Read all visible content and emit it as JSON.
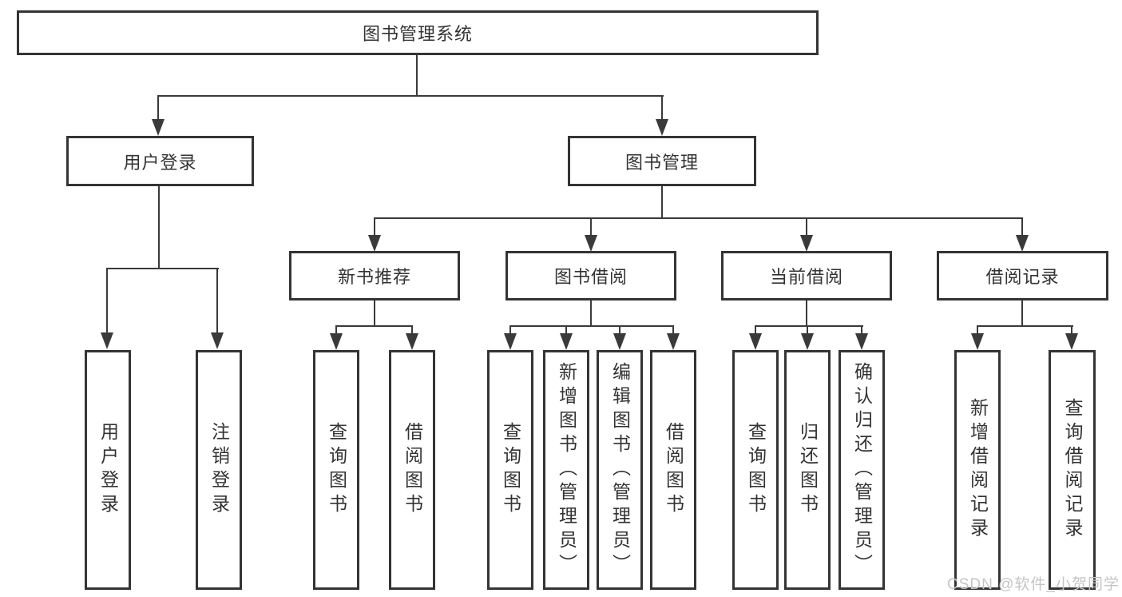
{
  "diagram": {
    "root": {
      "label": "图书管理系统",
      "children": [
        {
          "label": "用户登录",
          "children": [
            {
              "label": "用户登录"
            },
            {
              "label": "注销登录"
            }
          ]
        },
        {
          "label": "图书管理",
          "children": [
            {
              "label": "新书推荐",
              "children": [
                {
                  "label": "查询图书"
                },
                {
                  "label": "借阅图书"
                }
              ]
            },
            {
              "label": "图书借阅",
              "children": [
                {
                  "label": "查询图书"
                },
                {
                  "label": "新增图书（管理员）"
                },
                {
                  "label": "编辑图书（管理员）"
                },
                {
                  "label": "借阅图书"
                }
              ]
            },
            {
              "label": "当前借阅",
              "children": [
                {
                  "label": "查询图书"
                },
                {
                  "label": "归还图书"
                },
                {
                  "label": "确认归还（管理员）"
                }
              ]
            },
            {
              "label": "借阅记录",
              "children": [
                {
                  "label": "新增借阅记录"
                },
                {
                  "label": "查询借阅记录"
                }
              ]
            }
          ]
        }
      ]
    }
  },
  "watermark": {
    "text": "CSDN @软件_小贺同学"
  },
  "colors": {
    "line": "#3a3a3a",
    "border": "#343434",
    "text": "#333333",
    "watermark": "#c5c5c5",
    "background": "#ffffff"
  }
}
